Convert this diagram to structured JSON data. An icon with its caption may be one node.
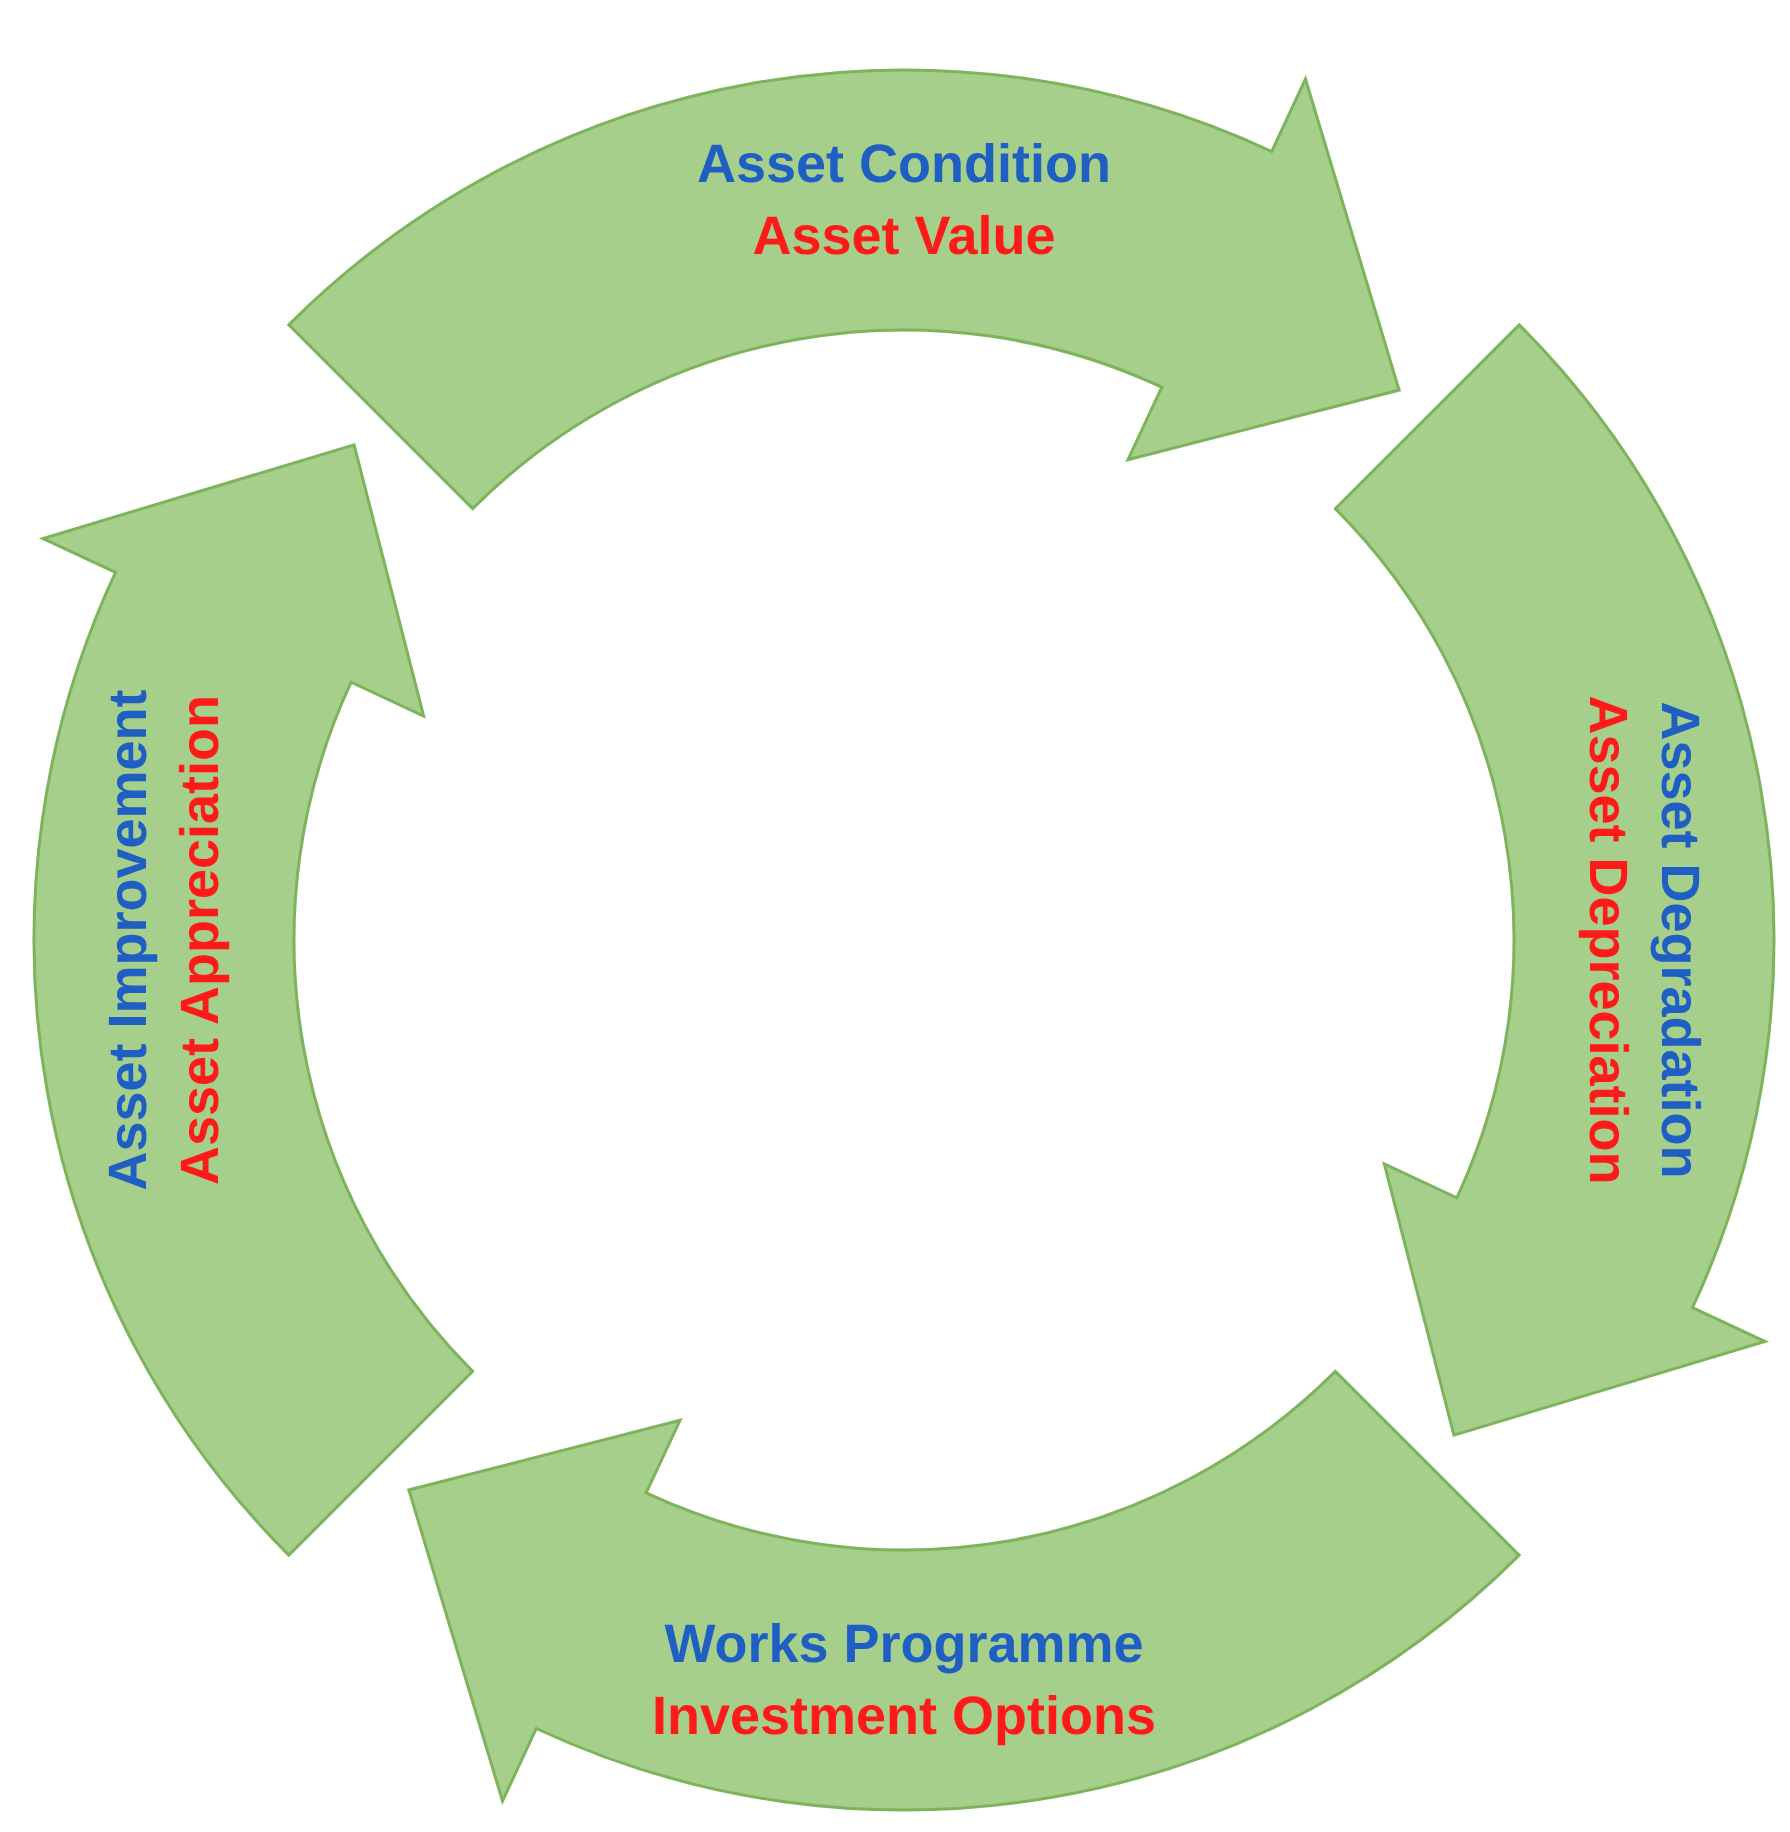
{
  "diagram": {
    "nodes": [
      {
        "text": [
          "Asset Condition",
          "Asset Value"
        ]
      },
      {
        "text": [
          "Asset Degradation",
          "Asset Depreciation"
        ]
      },
      {
        "text": [
          "Works Programme",
          "Investment Options"
        ]
      },
      {
        "text": [
          "Asset Improvement",
          "Asset Appreciation"
        ]
      }
    ]
  }
}
